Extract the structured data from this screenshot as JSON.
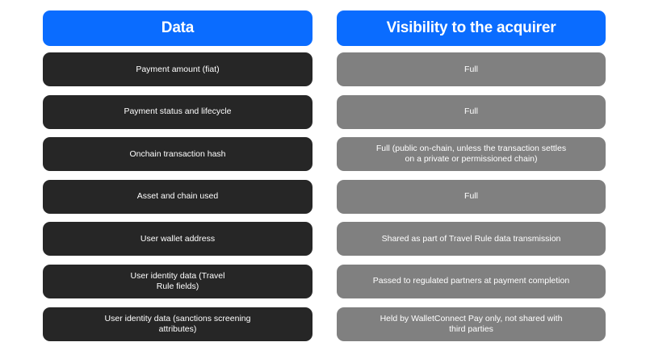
{
  "theme": {
    "page_background": "#ffffff",
    "header_color": "#0a6cff",
    "left_cell_color": "#262626",
    "right_cell_color": "#808080",
    "text_color": "#ffffff"
  },
  "table": {
    "columns": [
      {
        "key": "data",
        "header": "Data",
        "cells": [
          "Payment amount (fiat)",
          "Payment status and lifecycle",
          "Onchain transaction hash",
          "Asset and chain used",
          "User wallet address",
          "User identity data (Travel\nRule fields)",
          "User identity data (sanctions screening\nattributes)"
        ]
      },
      {
        "key": "visibility",
        "header": "Visibility to the acquirer",
        "cells": [
          "Full",
          "Full",
          "Full (public on-chain, unless the transaction settles\non a private or permissioned chain)",
          "Full",
          "Shared as part of Travel Rule data transmission",
          "Passed to regulated partners at payment completion",
          "Held by WalletConnect Pay only, not shared with\nthird parties"
        ]
      }
    ]
  }
}
